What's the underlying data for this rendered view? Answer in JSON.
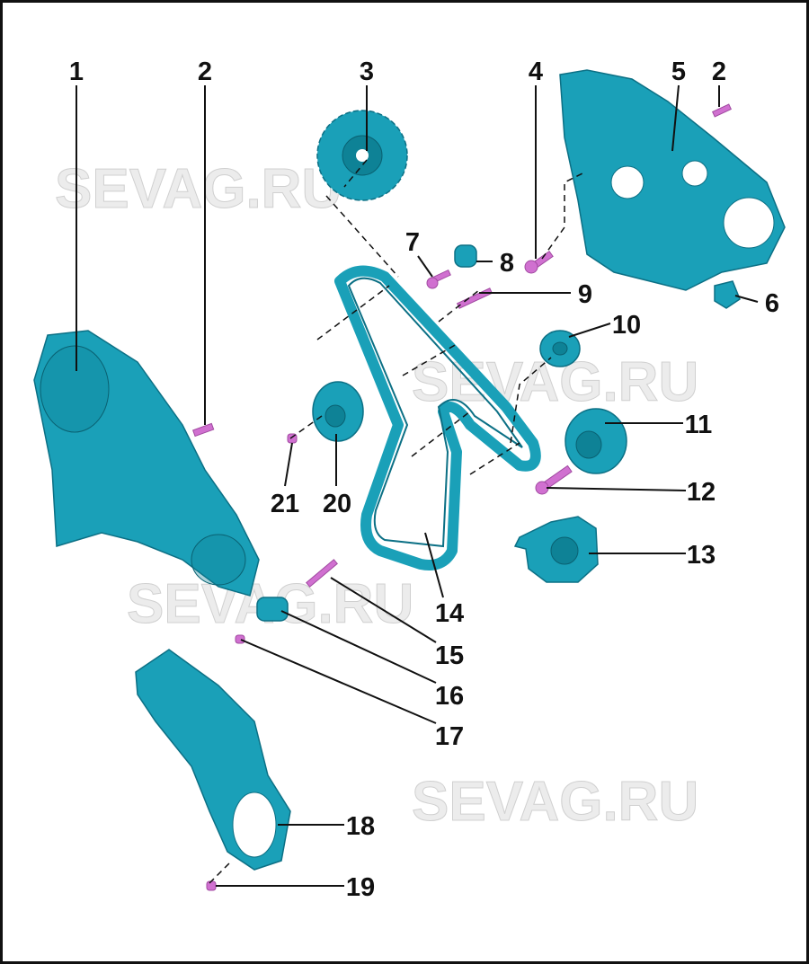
{
  "watermark": "SEVAG.RU",
  "callouts": {
    "c1": "1",
    "c2a": "2",
    "c2b": "2",
    "c3": "3",
    "c4": "4",
    "c5": "5",
    "c6": "6",
    "c7": "7",
    "c8": "8",
    "c9": "9",
    "c10": "10",
    "c11": "11",
    "c12": "12",
    "c13": "13",
    "c14": "14",
    "c15": "15",
    "c16": "16",
    "c17": "17",
    "c18": "18",
    "c19": "19",
    "c20": "20",
    "c21": "21"
  },
  "colors": {
    "part": "#1aa0b8",
    "bolt": "#d070d0",
    "watermark": "#e6e6e6"
  }
}
